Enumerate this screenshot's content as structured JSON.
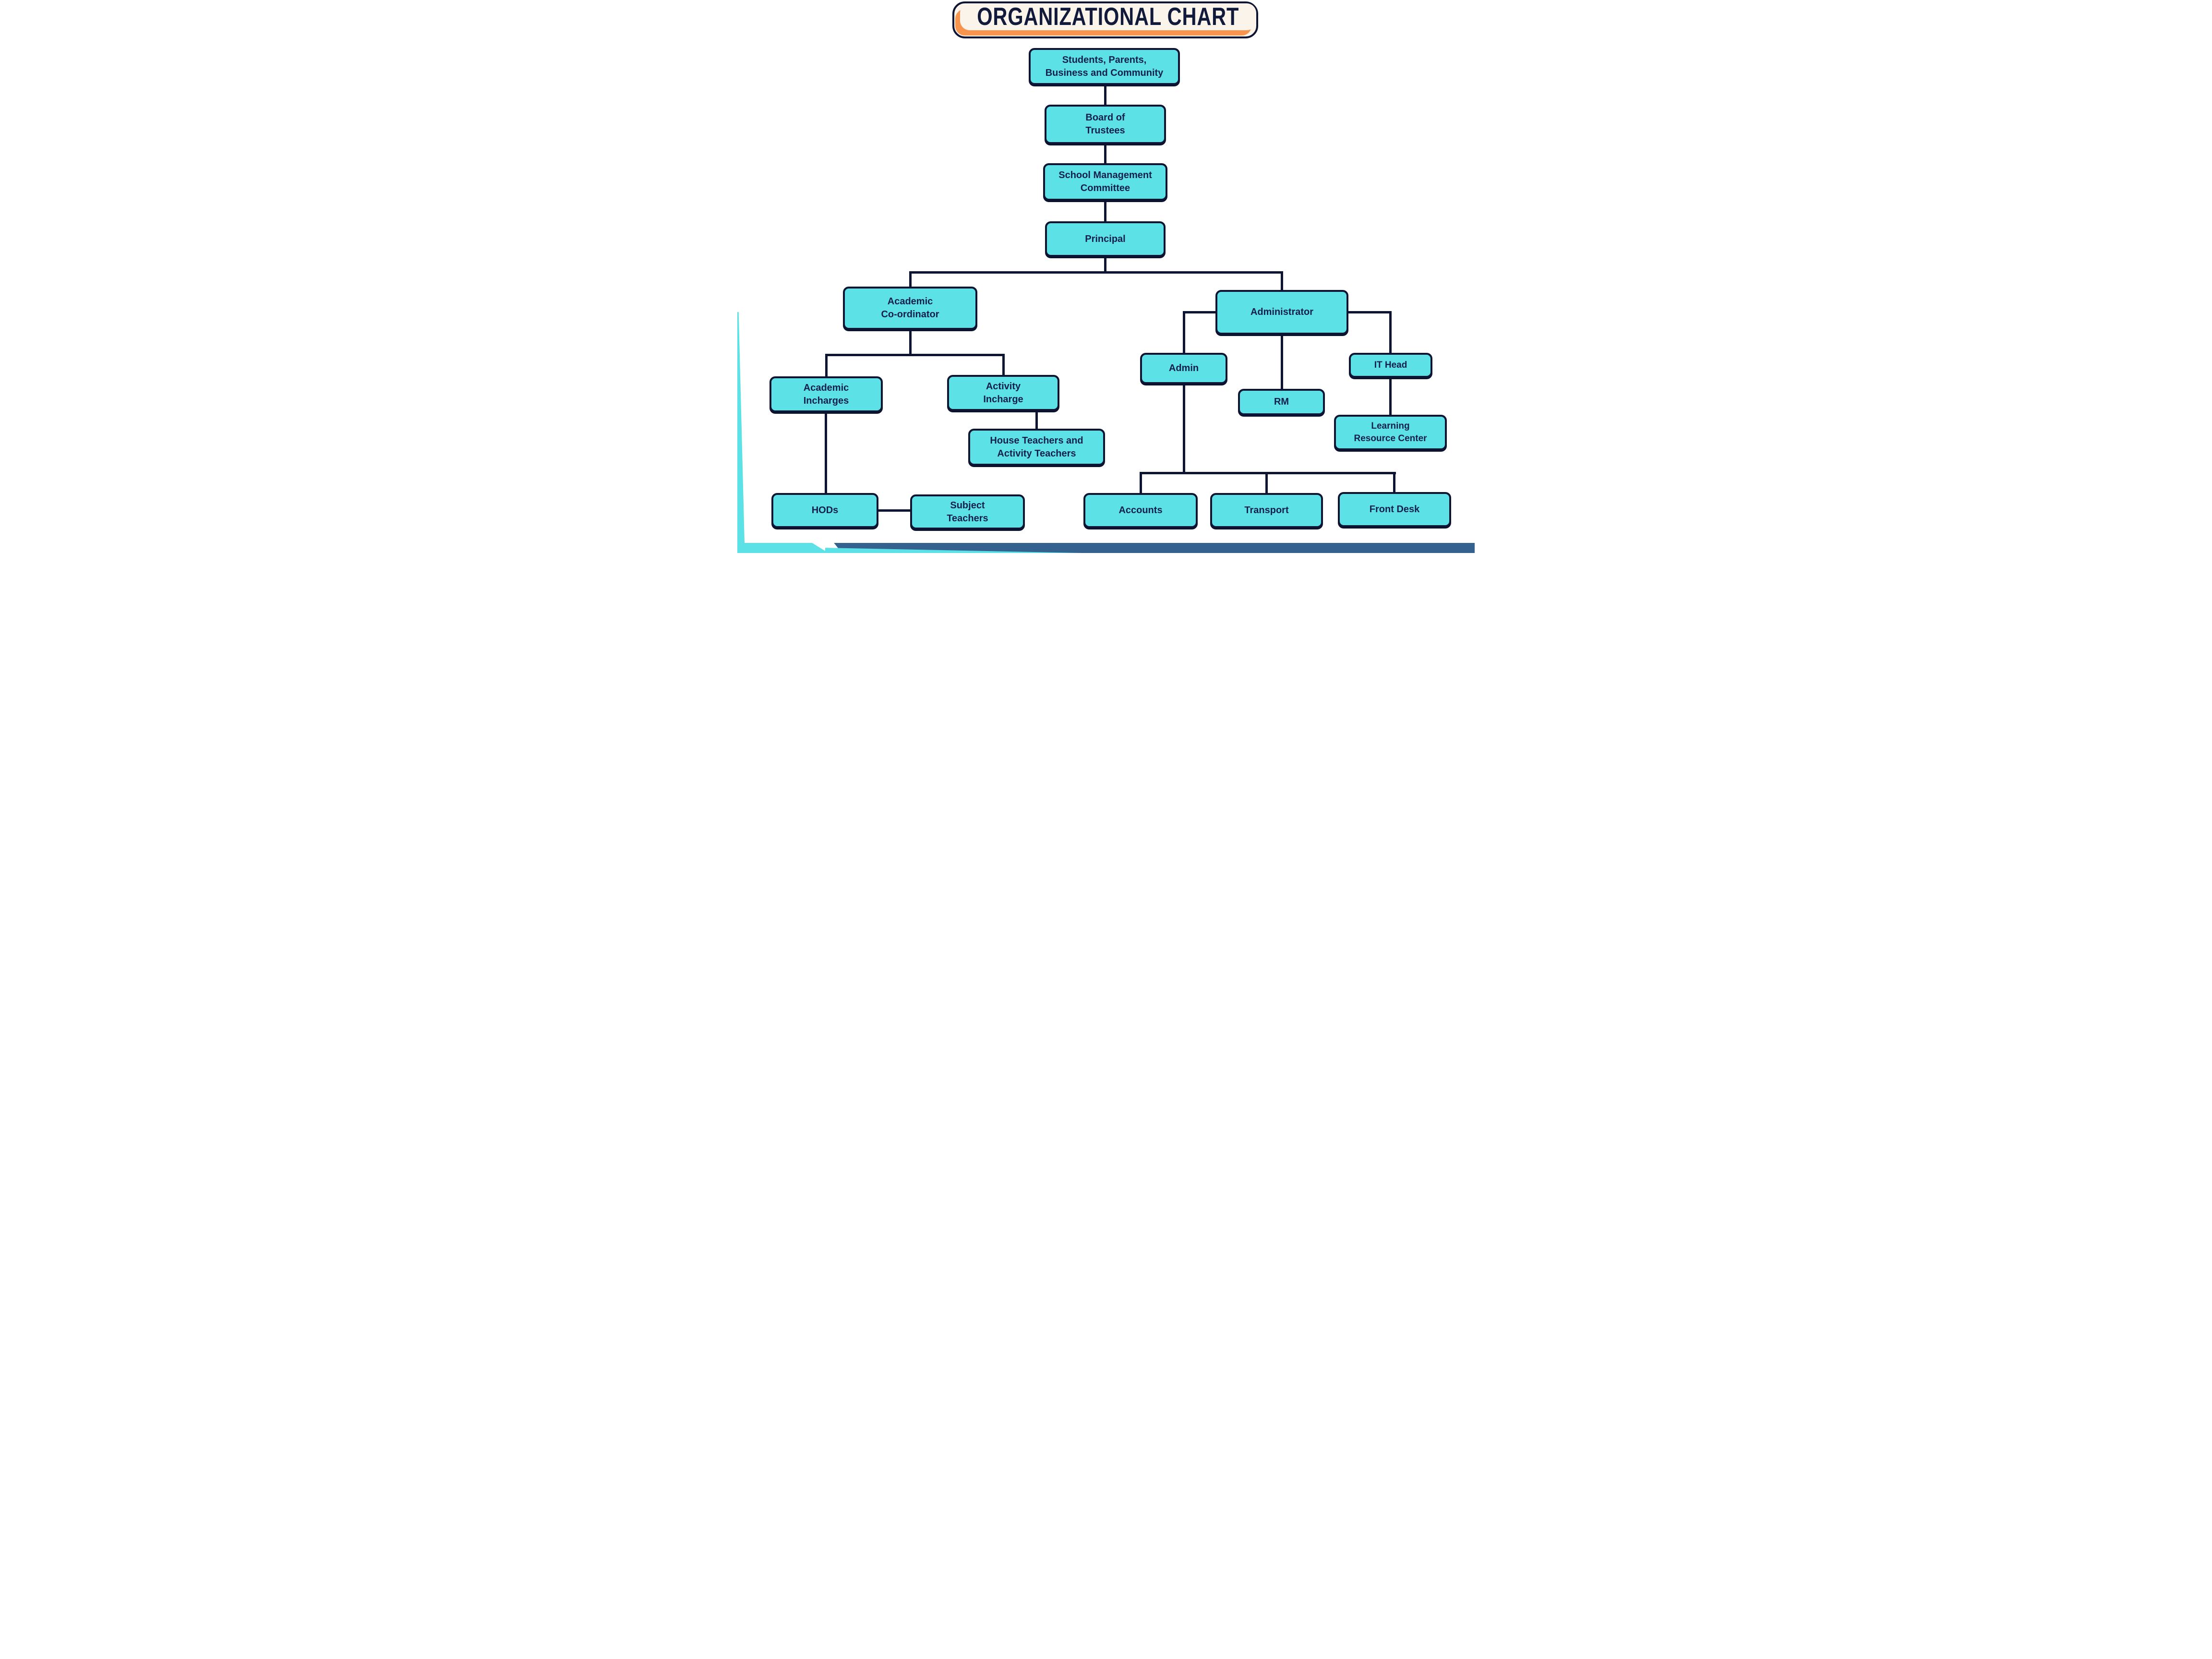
{
  "title": "ORGANIZATIONAL CHART",
  "colors": {
    "box_fill": "#5CE1E6",
    "outline_navy": "#0D1533",
    "text_navy": "#14204A",
    "title_background": "#FBF4EA",
    "title_accent_orange": "#F7944D",
    "footer_blue": "#34618E",
    "footer_teal": "#5CE1E6",
    "page_background": "#FFFFFF"
  },
  "nodes": {
    "students": {
      "label": "Students, Parents,\nBusiness and Community"
    },
    "board_of_trustees": {
      "label": "Board of\nTrustees"
    },
    "school_management_committee": {
      "label": "School Management\nCommittee"
    },
    "principal": {
      "label": "Principal"
    },
    "academic_coordinator": {
      "label": "Academic\nCo-ordinator"
    },
    "administrator": {
      "label": "Administrator"
    },
    "academic_incharges": {
      "label": "Academic\nIncharges"
    },
    "activity_incharge": {
      "label": "Activity\nIncharge"
    },
    "house_activity_teachers": {
      "label": "House Teachers and\nActivity Teachers"
    },
    "hods": {
      "label": "HODs"
    },
    "subject_teachers": {
      "label": "Subject\nTeachers"
    },
    "admin": {
      "label": "Admin"
    },
    "rm": {
      "label": "RM"
    },
    "it_head": {
      "label": "IT Head"
    },
    "learning_resource_center": {
      "label": "Learning\nResource Center"
    },
    "accounts": {
      "label": "Accounts"
    },
    "transport": {
      "label": "Transport"
    },
    "front_desk": {
      "label": "Front Desk"
    }
  },
  "edges": [
    {
      "from": "students",
      "to": "board_of_trustees"
    },
    {
      "from": "board_of_trustees",
      "to": "school_management_committee"
    },
    {
      "from": "school_management_committee",
      "to": "principal"
    },
    {
      "from": "principal",
      "to": "academic_coordinator"
    },
    {
      "from": "principal",
      "to": "administrator"
    },
    {
      "from": "academic_coordinator",
      "to": "academic_incharges"
    },
    {
      "from": "academic_coordinator",
      "to": "activity_incharge"
    },
    {
      "from": "activity_incharge",
      "to": "house_activity_teachers"
    },
    {
      "from": "academic_incharges",
      "to": "hods"
    },
    {
      "from": "hods",
      "to": "subject_teachers"
    },
    {
      "from": "administrator",
      "to": "admin"
    },
    {
      "from": "administrator",
      "to": "rm"
    },
    {
      "from": "administrator",
      "to": "it_head"
    },
    {
      "from": "it_head",
      "to": "learning_resource_center"
    },
    {
      "from": "admin",
      "to": "accounts"
    },
    {
      "from": "admin",
      "to": "transport"
    },
    {
      "from": "admin",
      "to": "front_desk"
    }
  ]
}
